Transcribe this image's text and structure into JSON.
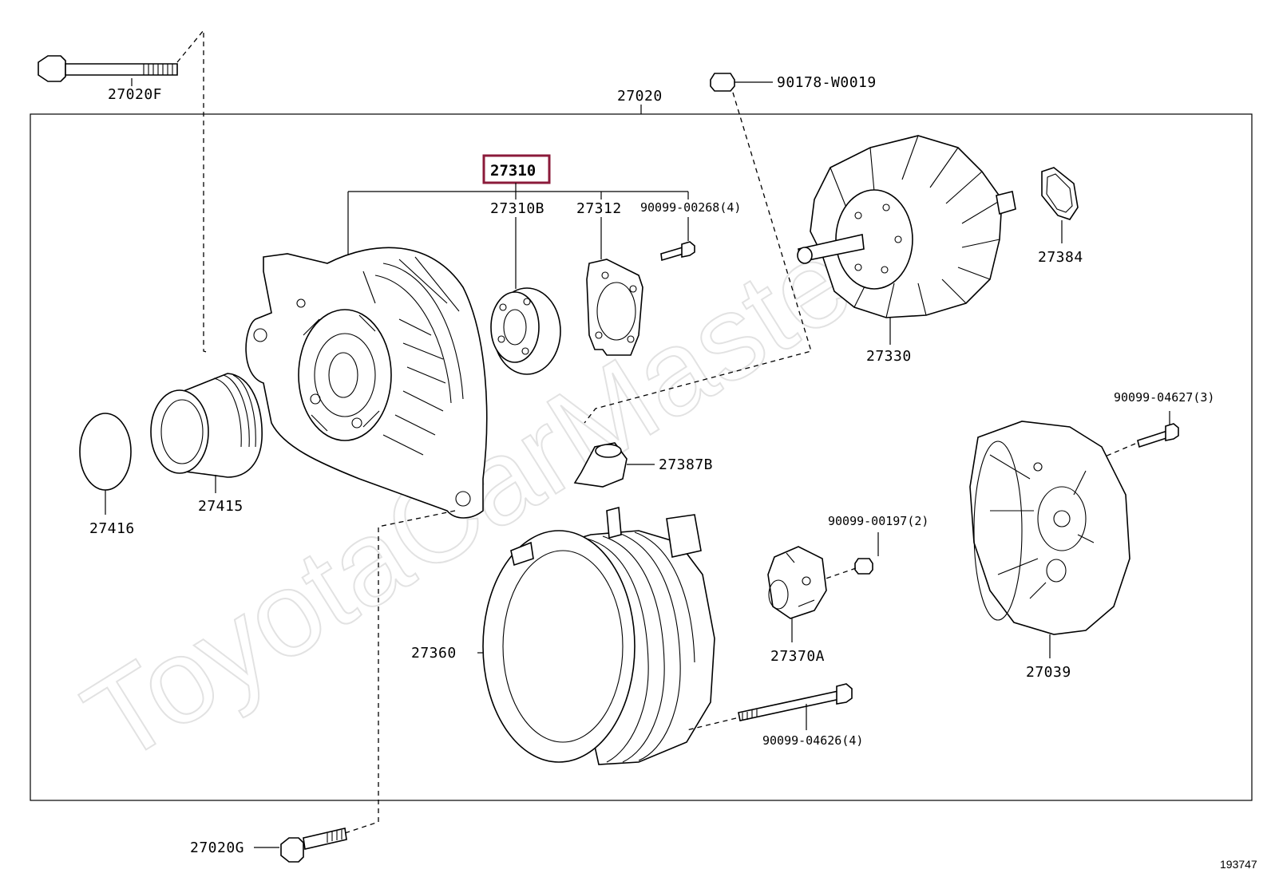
{
  "diagram": {
    "watermark": "ToyotaCarMaster.ru",
    "reference_number": "193747",
    "highlighted_part": "27310",
    "parts": {
      "p27020F": "27020F",
      "p27020": "27020",
      "p90178": "90178-W0019",
      "p27310": "27310",
      "p27310B": "27310B",
      "p27312": "27312",
      "p90099_00268": "90099-00268(4)",
      "p27384": "27384",
      "p27330": "27330",
      "p27416": "27416",
      "p27415": "27415",
      "p27387B": "27387B",
      "p90099_04627": "90099-04627(3)",
      "p90099_00197": "90099-00197(2)",
      "p27360": "27360",
      "p27370A": "27370A",
      "p27039": "27039",
      "p90099_04626": "90099-04626(4)",
      "p27020G": "27020G"
    }
  }
}
